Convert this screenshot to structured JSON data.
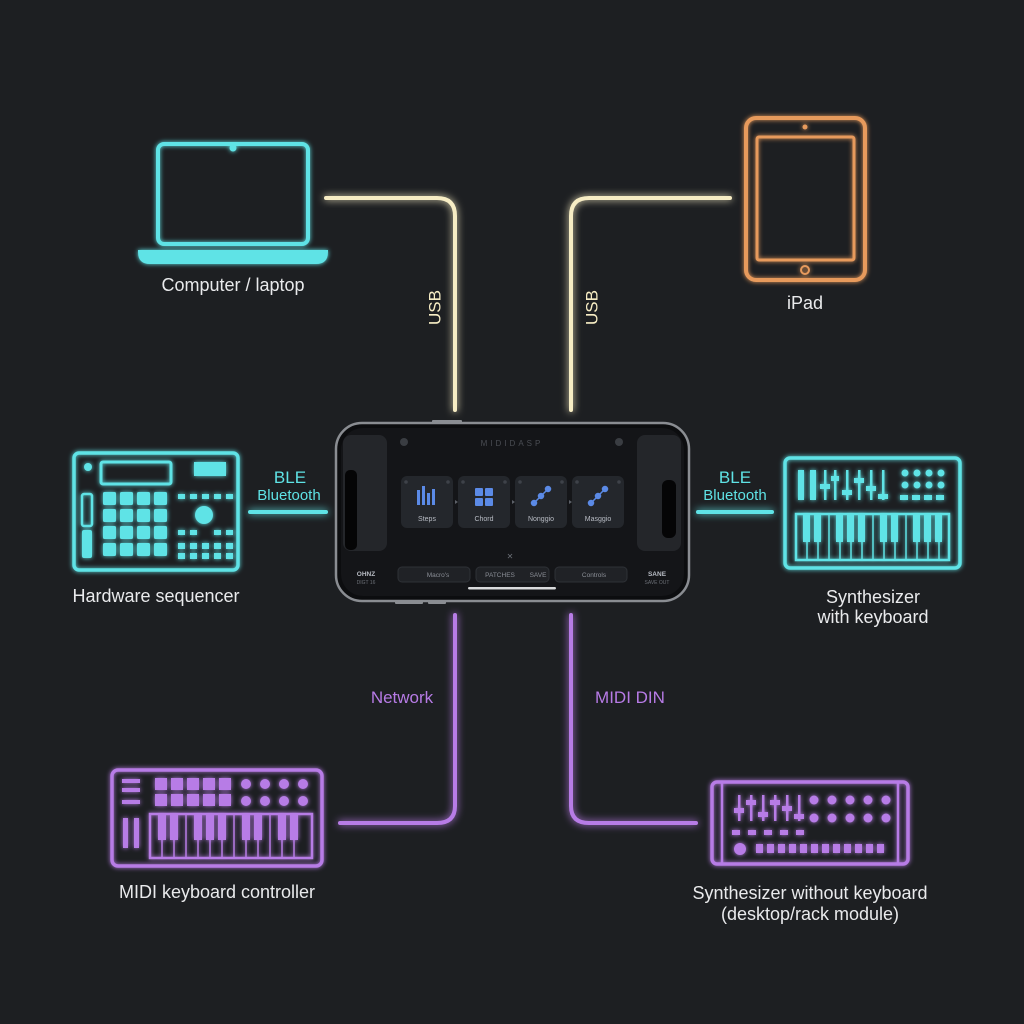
{
  "colors": {
    "background": "#1d1f22",
    "usb_line": "#f7edc4",
    "ble_cyan": "#5fe3e6",
    "purple": "#b77be6",
    "ipad_orange": "#e79a5c",
    "label_text": "#e9eaec"
  },
  "devices": {
    "computer": {
      "label": "Computer / laptop",
      "icon": "laptop-icon"
    },
    "ipad": {
      "label": "iPad",
      "icon": "tablet-icon"
    },
    "hardware_sequencer": {
      "label": "Hardware sequencer",
      "icon": "drum-pad-sequencer-icon"
    },
    "synth_keyboard": {
      "line1": "Synthesizer",
      "line2": "with keyboard",
      "icon": "synthesizer-keyboard-icon"
    },
    "midi_controller": {
      "label": "MIDI keyboard controller",
      "icon": "midi-keyboard-icon"
    },
    "synth_module": {
      "line1": "Synthesizer without keyboard",
      "line2": "(desktop/rack module)",
      "icon": "rack-module-icon"
    }
  },
  "connections": {
    "usb_left": "USB",
    "usb_right": "USB",
    "ble_left": {
      "top": "BLE",
      "bottom": "Bluetooth"
    },
    "ble_right": {
      "top": "BLE",
      "bottom": "Bluetooth"
    },
    "network": "Network",
    "midi_din": "MIDI DIN"
  },
  "phone_app": {
    "title": "MIDIDASP",
    "modes": [
      {
        "label": "Steps",
        "icon": "bar-chart-icon"
      },
      {
        "label": "Chord",
        "icon": "grid-icon"
      },
      {
        "label": "Nonggio",
        "icon": "diagonal-dots-icon"
      },
      {
        "label": "Masggio",
        "icon": "diagonal-dots-icon"
      }
    ],
    "bottom_buttons": [
      "Macro's",
      "PATCHES",
      "SAVE",
      "Controls"
    ],
    "left_corner": {
      "top": "OHNZ",
      "bottom": "DIGT 16"
    },
    "right_corner": {
      "top": "SANE",
      "bottom": "SAVE OUT"
    }
  }
}
